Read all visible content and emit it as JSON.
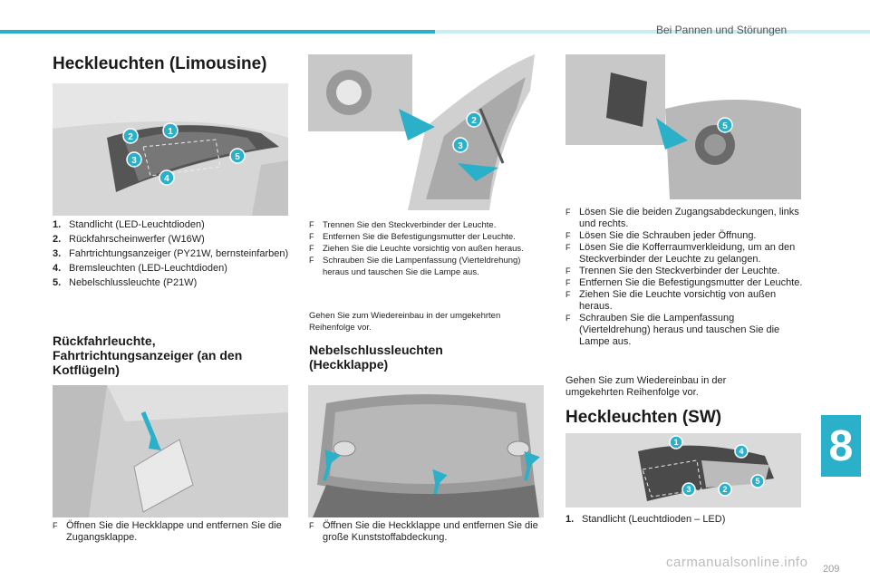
{
  "header": {
    "section_title": "Bei Pannen und Störungen",
    "accent_color": "#2ab0c8"
  },
  "col1": {
    "title": "Heckleuchten (Limousine)",
    "items": [
      {
        "num": "1.",
        "text": "Standlicht (LED-Leuchtdioden)"
      },
      {
        "num": "2.",
        "text": "Rückfahrscheinwerfer (W16W)"
      },
      {
        "num": "3.",
        "text": "Fahrtrichtungsanzeiger (PY21W, bernsteinfarben)"
      },
      {
        "num": "4.",
        "text": "Bremsleuchten (LED-Leuchtdioden)"
      },
      {
        "num": "5.",
        "text": "Nebelschlussleuchte (P21W)"
      }
    ],
    "subtitle": "Rückfahrleuchte, Fahrtrichtungsanzeiger (an den Kotflügeln)",
    "step": "Öffnen Sie die Heckklappe und entfernen Sie die Zugangsklappe."
  },
  "col2": {
    "steps": [
      "Trennen Sie den Steckverbinder der Leuchte.",
      "Entfernen Sie die Befestigungsmutter der Leuchte.",
      "Ziehen Sie die Leuchte vorsichtig von außen heraus.",
      "Schrauben Sie die Lampenfassung (Vierteldrehung) heraus und tauschen Sie die Lampe aus."
    ],
    "note": "Gehen Sie zum Wiedereinbau in der umgekehrten Reihenfolge vor.",
    "subtitle": "Nebelschlussleuchten (Heckklappe)",
    "step": "Öffnen Sie die Heckklappe und entfernen Sie die große Kunststoffabdeckung."
  },
  "col3": {
    "steps": [
      "Lösen Sie die beiden Zugangsabdeckungen, links und rechts.",
      "Lösen Sie die Schrauben jeder Öffnung.",
      "Lösen Sie die Kofferraumverkleidung, um an den Steckverbinder der Leuchte zu gelangen.",
      "Trennen Sie den Steckverbinder der Leuchte.",
      "Entfernen Sie die Befestigungsmutter der Leuchte.",
      "Ziehen Sie die Leuchte vorsichtig von außen heraus.",
      "Schrauben Sie die Lampenfassung (Vierteldrehung) heraus und tauschen Sie die Lampe aus."
    ],
    "note": "Gehen Sie zum Wiedereinbau in der umgekehrten Reihenfolge vor.",
    "title": "Heckleuchten (SW)",
    "item": {
      "num": "1.",
      "text": "Standlicht (Leuchtdioden – LED)"
    }
  },
  "bullet_marker": "F",
  "callouts": {
    "limousine": [
      "1",
      "2",
      "3",
      "4",
      "5"
    ],
    "lamp": [
      "2",
      "3"
    ],
    "socket": [
      "5"
    ],
    "sw": [
      "1",
      "4",
      "5",
      "3",
      "2"
    ]
  },
  "chapter_number": "8",
  "page_number": "209",
  "watermark": "carmanualsonline.info"
}
